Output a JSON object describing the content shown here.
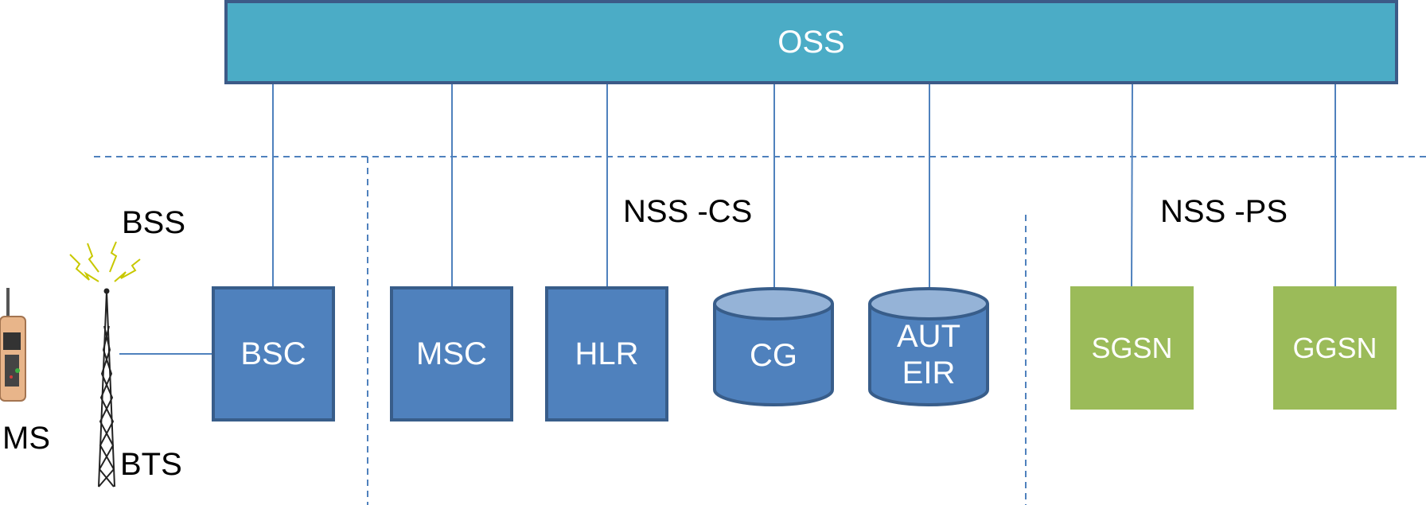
{
  "oss": {
    "label": "OSS"
  },
  "segments": {
    "bss": "BSS",
    "nss_cs": "NSS -CS",
    "nss_ps": "NSS -PS"
  },
  "elements": {
    "ms": "MS",
    "bts": "BTS",
    "bsc": "BSC",
    "msc": "MSC",
    "hlr": "HLR",
    "cg": "CG",
    "aut_line1": "AUT",
    "aut_line2": "EIR",
    "sgsn": "SGSN",
    "ggsn": "GGSN"
  },
  "colors": {
    "oss_fill": "#4bacc6",
    "node_fill": "#4f81bd",
    "node_border": "#385d8a",
    "ps_node_fill": "#9bbb59",
    "connector": "#4f81bd",
    "divider": "#4f81bd"
  },
  "icons": [
    "mobile-phone-icon",
    "radio-tower-icon",
    "signal-waves-icon"
  ]
}
